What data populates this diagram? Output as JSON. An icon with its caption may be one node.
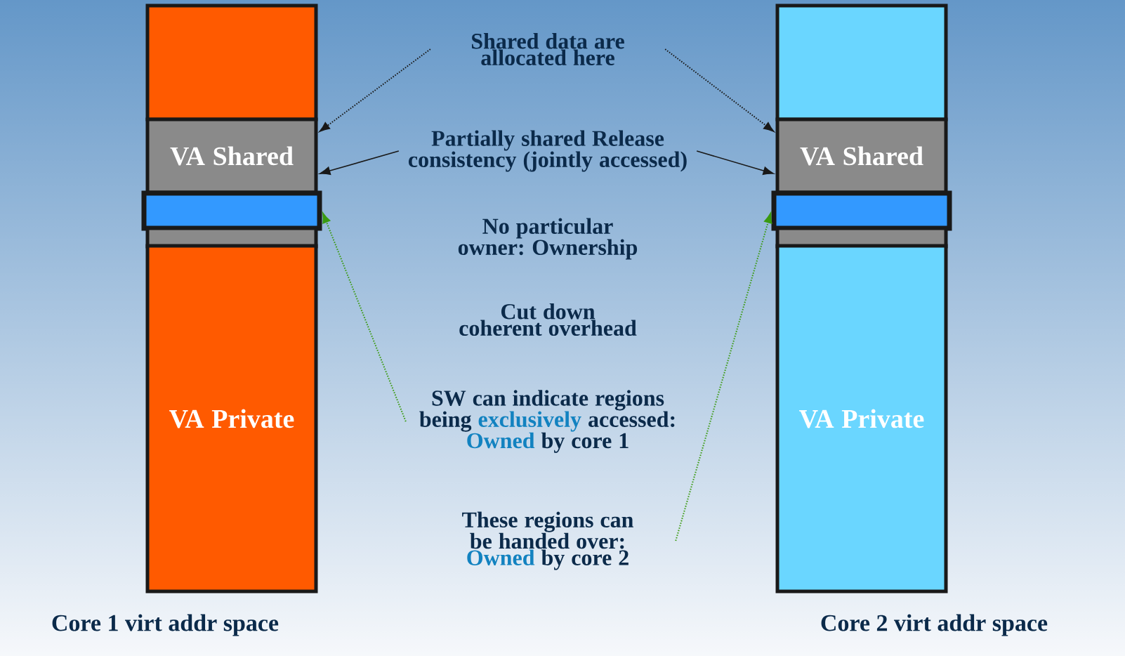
{
  "diagram": {
    "nodes": [
      {
        "text": [],
        "shape": "box"
      },
      {
        "text": [
          "VA Shared"
        ]
      },
      {
        "text": [],
        "shape": "bar"
      },
      {
        "text": [],
        "shape": "box"
      },
      {
        "text": [
          "VA Private"
        ]
      },
      {
        "text": [],
        "shape": "box"
      },
      {
        "text": [
          "VA Shared"
        ]
      },
      {
        "text": [],
        "shape": "bar"
      },
      {
        "text": [],
        "shape": "box"
      },
      {
        "text": [
          "VA Private"
        ]
      },
      {
        "text": [
          "Shared data are allocated here"
        ]
      },
      {
        "text": [
          "Partially shared Release consistency (jointly accessed)"
        ]
      },
      {
        "text": [
          "No particular owner: Ownership"
        ]
      },
      {
        "text": [
          "Cut down coherent overhead"
        ]
      },
      {
        "text": [
          "SW can indicate regions being *exclusively* accessed: *Owned* by core 1"
        ]
      },
      {
        "text": [
          "These regions can be handed over: *Owned* by core 2"
        ]
      }
    ],
    "edges": [
      {
        "from": 10,
        "to": 1,
        "arrow": "to",
        "style": "dashed"
      },
      {
        "from": 10,
        "to": 6,
        "arrow": "to",
        "style": "dashed"
      },
      {
        "from": 11,
        "to": 1,
        "arrow": "to"
      },
      {
        "from": 11,
        "to": 6,
        "arrow": "to"
      },
      {
        "from": 14,
        "to": 2,
        "arrow": "to",
        "style": "dashed",
        "color": "#3a9a10"
      },
      {
        "from": 15,
        "to": 7,
        "arrow": "to",
        "style": "dashed",
        "color": "#3a9a10"
      }
    ],
    "labels": [
      "Core 1 virt addr space",
      "Core 2 virt addr space"
    ]
  }
}
